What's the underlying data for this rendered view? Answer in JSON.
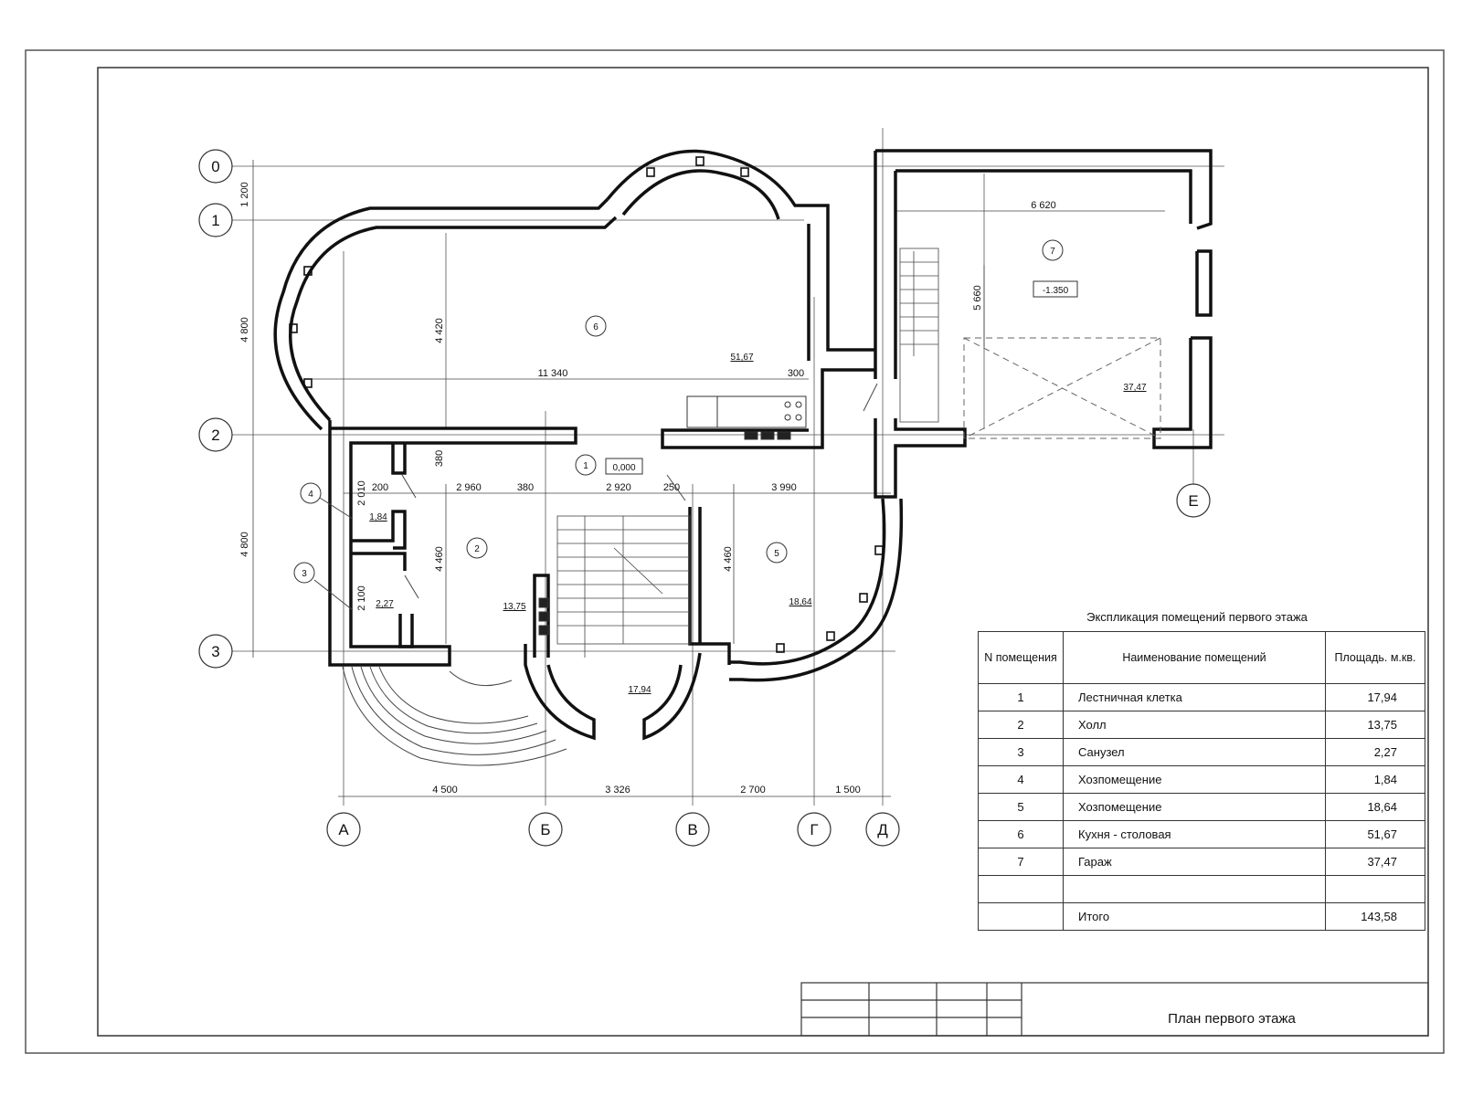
{
  "axes": {
    "rows": [
      "0",
      "1",
      "2",
      "3"
    ],
    "cols": [
      "А",
      "Б",
      "В",
      "Г",
      "Д",
      "Е"
    ]
  },
  "dimensions": {
    "left_vertical": [
      "1 200",
      "4 800",
      "4 800"
    ],
    "bottom": [
      "4 500",
      "3 326",
      "2 700",
      "1 500"
    ],
    "middle_row": [
      "200",
      "2 960",
      "380",
      "2 920",
      "250",
      "3 990"
    ],
    "kitchen_width": "11 340",
    "kitchen_height": "4 420",
    "kitchen_offset": "300",
    "garage_width": "6 620",
    "garage_depth": "5 660",
    "hall_height": "4 460",
    "room5_height": "4 460",
    "wall_380": "380",
    "room4_height": "2 010",
    "room3_height": "2 100"
  },
  "rooms": {
    "r1": {
      "num": "1",
      "area": "17,94"
    },
    "r2": {
      "num": "2",
      "area": "13,75"
    },
    "r3": {
      "num": "3",
      "area": "2,27"
    },
    "r4": {
      "num": "4",
      "area": "1,84"
    },
    "r5": {
      "num": "5",
      "area": "18,64"
    },
    "r6": {
      "num": "6",
      "area": "51,67"
    },
    "r7": {
      "num": "7",
      "area": "37,47"
    }
  },
  "levels": {
    "floor": "0,000",
    "garage": "-1.350"
  },
  "explication": {
    "title": "Экспликация помещений первого этажа",
    "headers": {
      "num": "N помещения",
      "name": "Наименование помещений",
      "area": "Площадь. м.кв."
    },
    "rows": [
      {
        "num": "1",
        "name": "Лестничная клетка",
        "area": "17,94"
      },
      {
        "num": "2",
        "name": "Холл",
        "area": "13,75"
      },
      {
        "num": "3",
        "name": "Санузел",
        "area": "2,27"
      },
      {
        "num": "4",
        "name": "Хозпомещение",
        "area": "1,84"
      },
      {
        "num": "5",
        "name": "Хозпомещение",
        "area": "18,64"
      },
      {
        "num": "6",
        "name": "Кухня - столовая",
        "area": "51,67"
      },
      {
        "num": "7",
        "name": "Гараж",
        "area": "37,47"
      },
      {
        "num": "",
        "name": "",
        "area": ""
      },
      {
        "num": "",
        "name": "Итого",
        "area": "143,58"
      }
    ]
  },
  "title_block": {
    "sheet_title": "План первого этажа"
  }
}
